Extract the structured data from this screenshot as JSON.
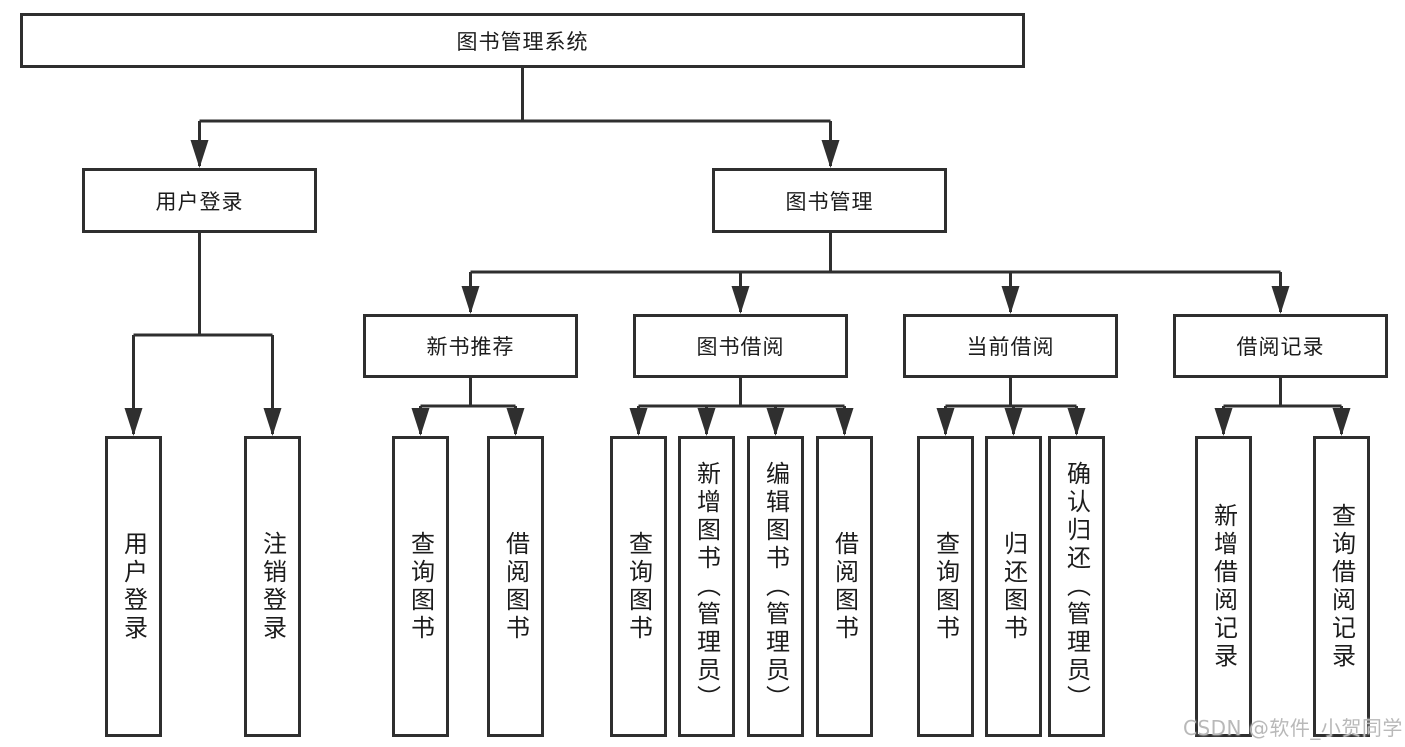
{
  "diagram": {
    "root": {
      "label": "图书管理系统"
    },
    "branches": [
      {
        "label": "用户登录",
        "children": [
          {
            "label": "用户登录"
          },
          {
            "label": "注销登录"
          }
        ]
      },
      {
        "label": "图书管理",
        "children": [
          {
            "label": "新书推荐",
            "children": [
              {
                "label": "查询图书"
              },
              {
                "label": "借阅图书"
              }
            ]
          },
          {
            "label": "图书借阅",
            "children": [
              {
                "label": "查询图书"
              },
              {
                "label": "新增图书（管理员）"
              },
              {
                "label": "编辑图书（管理员）"
              },
              {
                "label": "借阅图书"
              }
            ]
          },
          {
            "label": "当前借阅",
            "children": [
              {
                "label": "查询图书"
              },
              {
                "label": "归还图书"
              },
              {
                "label": "确认归还（管理员）"
              }
            ]
          },
          {
            "label": "借阅记录",
            "children": [
              {
                "label": "新增借阅记录"
              },
              {
                "label": "查询借阅记录"
              }
            ]
          }
        ]
      }
    ]
  },
  "watermark": {
    "text": "CSDN @软件_小贺同学"
  },
  "colors": {
    "line": "#2f2f2f",
    "text": "#1c1c1c",
    "watermark": "#b9b9b9",
    "background": "#ffffff"
  }
}
